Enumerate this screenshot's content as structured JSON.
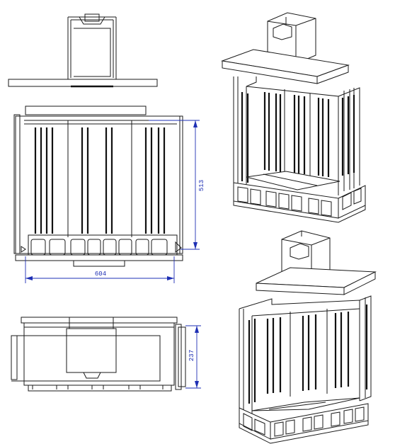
{
  "dimensions": {
    "height": "513",
    "width": "604",
    "depth": "237"
  },
  "colors": {
    "line": "#1a1a1a",
    "dimension": "#1e2fb4",
    "background": "#ffffff"
  }
}
